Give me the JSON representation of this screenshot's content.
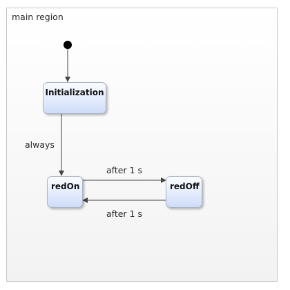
{
  "region": {
    "label": "main region"
  },
  "states": {
    "initialization": "Initialization",
    "red_on": "redOn",
    "red_off": "redOff"
  },
  "transitions": {
    "init_to_redon": "always",
    "redon_to_redoff": "after 1 s",
    "redoff_to_redon": "after 1 s"
  },
  "colors": {
    "state_fill_top": "#fafcff",
    "state_fill_bottom": "#cfdcf8",
    "state_border": "#a9b4c4",
    "edge": "#444444"
  }
}
